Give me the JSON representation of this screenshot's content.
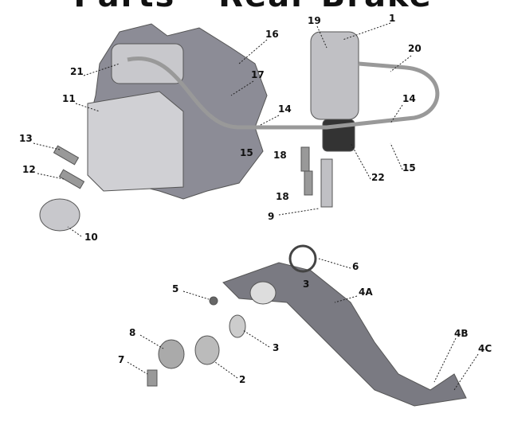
{
  "title": "Parts – Rear Brake",
  "callouts": [
    "1",
    "19",
    "16",
    "20",
    "21",
    "17",
    "11",
    "14",
    "14",
    "13",
    "15",
    "18",
    "22",
    "15",
    "12",
    "18",
    "9",
    "10",
    "6",
    "3",
    "5",
    "4A",
    "3",
    "8",
    "4B",
    "4C",
    "7",
    "2"
  ]
}
